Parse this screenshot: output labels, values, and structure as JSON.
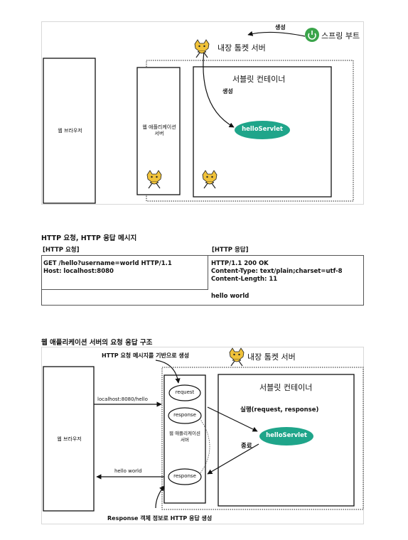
{
  "diagram1": {
    "spring_boot_label": "스프링 부트",
    "create_label_top": "생성",
    "embedded_tomcat_label": "내장 톰켓 서버",
    "servlet_container_label": "서블릿 컨테이너",
    "create_label_inner": "생성",
    "servlet_label": "helloServlet",
    "web_browser_label": "웹 브라우저",
    "was_label_line1": "웹 애플리케이션",
    "was_label_line2": "서버"
  },
  "http_section": {
    "title": "HTTP 요청, HTTP 응답 메시지",
    "request_header": "[HTTP 요청]",
    "response_header": "[HTTP 응답]",
    "request_lines": [
      "GET /hello?username=world HTTP/1.1",
      "Host: localhost:8080"
    ],
    "response_lines": [
      "HTTP/1.1 200 OK",
      "Content-Type: text/plain;charset=utf-8",
      "Content-Length: 11",
      "",
      "hello world"
    ]
  },
  "diagram2": {
    "title": "웹 애플리케이션 서버의 요청 응답 구조",
    "create_from_http_label": "HTTP 요청 메시지를 기반으로 생성",
    "embedded_tomcat_label": "내장 톰켓 서버",
    "servlet_container_label": "서블릿 컨테이너",
    "request_label": "request",
    "response_label_top": "response",
    "response_label_bottom": "response",
    "was_label_line1": "웹 애플리케이션",
    "was_label_line2": "서버",
    "url_label": "localhost:8080/hello",
    "execute_label": "실행(request, response)",
    "servlet_label": "helloServlet",
    "end_label": "종료",
    "hello_world_label": "hello world",
    "web_browser_label": "웹 브라우저",
    "response_creation_label": "Response 객체 정보로 HTTP 응답 생성"
  },
  "colors": {
    "servlet_fill": "#1fa58a",
    "spring_green": "#3aa44a",
    "tomcat_yellow": "#f0c23a"
  }
}
